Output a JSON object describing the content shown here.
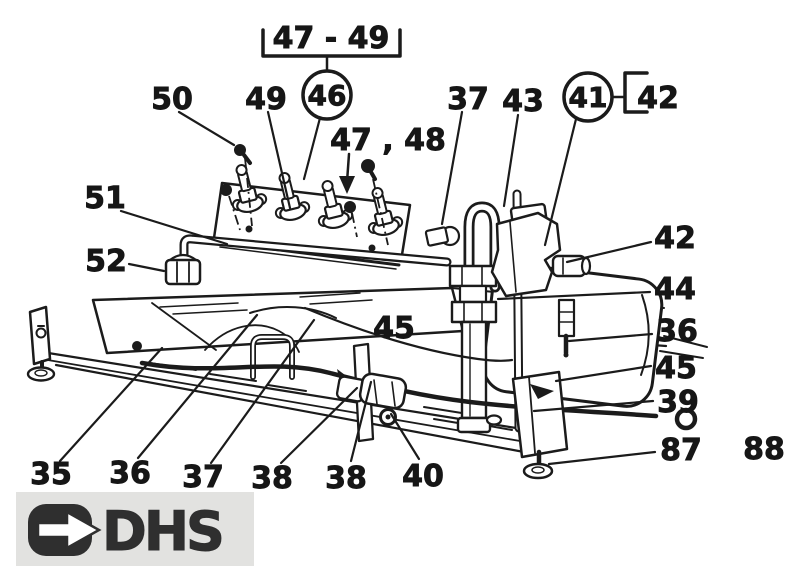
{
  "diagram": {
    "callouts": {
      "group47_49": "47 - 49",
      "c50": "50",
      "c49": "49",
      "c46": "46",
      "c47_48": "47 , 48",
      "c37_top": "37",
      "c43": "43",
      "c41": "41",
      "c42_bracket": "42",
      "c51": "51",
      "c52": "52",
      "c42_right": "42",
      "c44": "44",
      "c36_right": "36",
      "c45_mid": "45",
      "c45_right": "45",
      "c39": "39",
      "c87": "87",
      "c88": "88",
      "c35": "35",
      "c36_bottom": "36",
      "c37_bottom": "37",
      "c38_left": "38",
      "c38_right": "38",
      "c40": "40"
    }
  },
  "logo": {
    "text": "DHS",
    "icon": "right-arrow-icon"
  },
  "colors": {
    "ink": "#1b1b1b",
    "label_ink": "#161616",
    "paper": "#ffffff",
    "logo_bg": "#e2e2e0",
    "logo_ink": "#2f2f2f"
  }
}
